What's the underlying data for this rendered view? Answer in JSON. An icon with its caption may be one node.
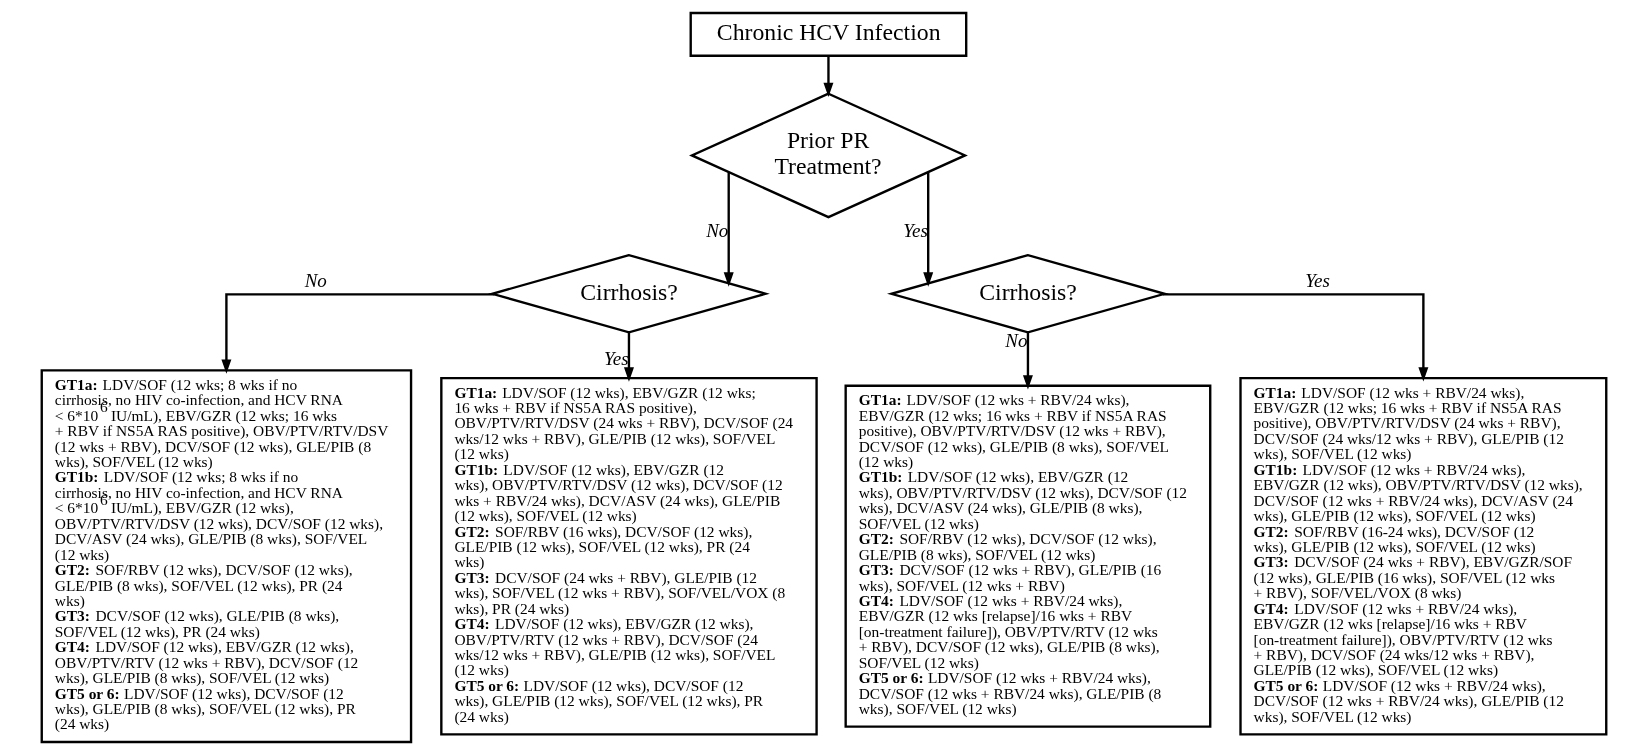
{
  "diagram": {
    "nodes": [
      {
        "text": [
          "Chronic HCV Infection"
        ]
      },
      {
        "text": [
          "Prior PR Treatment?"
        ]
      },
      {
        "text": [
          "Cirrhosis?"
        ]
      },
      {
        "text": [
          "Cirrhosis?"
        ]
      },
      {
        "text": [
          "**GT1a:** LDV/SOF (12 wks; 8 wks if no cirrhosis, no HIV co-infection, and HCV RNA < 6*10$^{6}$ IU/mL), EBV/GZR (12 wks; 16 wks + RBV if NS5A RAS positive), OBV/PTV/RTV/DSV (12 wks + RBV), DCV/SOF (12 wks), GLE/PIB (8 wks), SOF/VEL (12 wks)",
          "**GT1b:** LDV/SOF (12 wks; 8 wks if no cirrhosis, no HIV co-infection, and HCV RNA < 6*10$^{6}$ IU/mL), EBV/GZR (12 wks), OBV/PTV/RTV/DSV (12 wks), DCV/SOF (12 wks), DCV/ASV (24 wks), GLE/PIB (8 wks), SOF/VEL (12 wks)",
          "**GT2:** SOF/RBV (12 wks), DCV/SOF (12 wks), GLE/PIB (8 wks), SOF/VEL (12 wks), PR (24 wks)",
          "**GT3:** DCV/SOF (12 wks), GLE/PIB (8 wks), SOF/VEL (12 wks), PR (24 wks)",
          "**GT4:** LDV/SOF (12 wks), EBV/GZR (12 wks), OBV/PTV/RTV (12 wks + RBV), DCV/SOF (12 wks), GLE/PIB (8 wks), SOF/VEL (12 wks)",
          "**GT5 or 6:** LDV/SOF (12 wks), DCV/SOF (12 wks), GLE/PIB (8 wks), SOF/VEL (12 wks), PR (24 wks)"
        ]
      },
      {
        "text": [
          "**GT1a:** LDV/SOF (12 wks), EBV/GZR (12 wks; 16 wks + RBV if NS5A RAS positive), OBV/PTV/RTV/DSV (24 wks + RBV), DCV/SOF (24 wks/12 wks + RBV), GLE/PIB (12 wks), SOF/VEL (12 wks)",
          "**GT1b:** LDV/SOF (12 wks), EBV/GZR (12 wks), OBV/PTV/RTV/DSV (12 wks), DCV/SOF (12 wks + RBV/24 wks), DCV/ASV (24 wks), GLE/PIB (12 wks), SOF/VEL (12 wks)",
          "**GT2:** SOF/RBV (16 wks), DCV/SOF (12 wks), GLE/PIB (12 wks), SOF/VEL (12 wks), PR (24 wks)",
          "**GT3:** DCV/SOF (24 wks + RBV), GLE/PIB (12 wks), SOF/VEL (12 wks + RBV), SOF/VEL/VOX (8 wks), PR (24 wks)",
          "**GT4:** LDV/SOF (12 wks), EBV/GZR (12 wks), OBV/PTV/RTV (12 wks + RBV), DCV/SOF (24 wks/12 wks + RBV), GLE/PIB (12 wks), SOF/VEL (12 wks)",
          "**GT5 or 6:** LDV/SOF (12 wks), DCV/SOF (12 wks), GLE/PIB (12 wks), SOF/VEL (12 wks), PR (24 wks)"
        ]
      },
      {
        "text": [
          "**GT1a:** LDV/SOF (12 wks + RBV/24 wks), EBV/GZR (12 wks; 16 wks + RBV if NS5A RAS positive), OBV/PTV/RTV/DSV (12 wks + RBV), DCV/SOF (12 wks), GLE/PIB (8 wks), SOF/VEL (12 wks)",
          "**GT1b:** LDV/SOF (12 wks), EBV/GZR (12 wks), OBV/PTV/RTV/DSV (12 wks), DCV/SOF (12 wks), DCV/ASV (24 wks), GLE/PIB (8 wks), SOF/VEL (12 wks)",
          "**GT2:** SOF/RBV (12 wks), DCV/SOF (12 wks), GLE/PIB (8 wks), SOF/VEL (12 wks)",
          "**GT3:** DCV/SOF (12 wks + RBV), GLE/PIB (16 wks), SOF/VEL (12 wks + RBV)",
          "**GT4:** LDV/SOF (12 wks + RBV/24 wks), EBV/GZR (12 wks [relapse]/16 wks + RBV [on-treatment failure]), OBV/PTV/RTV (12 wks + RBV), DCV/SOF (12 wks), GLE/PIB (8 wks), SOF/VEL (12 wks)",
          "**GT5 or 6:** LDV/SOF (12 wks + RBV/24 wks), DCV/SOF (12 wks + RBV/24 wks), GLE/PIB (8 wks), SOF/VEL (12 wks)"
        ]
      },
      {
        "text": [
          "**GT1a:** LDV/SOF (12 wks + RBV/24 wks), EBV/GZR (12 wks; 16 wks + RBV if NS5A RAS positive), OBV/PTV/RTV/DSV (24 wks + RBV), DCV/SOF (24 wks/12 wks + RBV), GLE/PIB (12 wks), SOF/VEL (12 wks)",
          "**GT1b:** LDV/SOF (12 wks + RBV/24 wks), EBV/GZR (12 wks), OBV/PTV/RTV/DSV (12 wks), DCV/SOF (12 wks + RBV/24 wks), DCV/ASV (24 wks), GLE/PIB (12 wks), SOF/VEL (12 wks)",
          "**GT2:** SOF/RBV (16-24 wks), DCV/SOF (12 wks), GLE/PIB (12 wks), SOF/VEL (12 wks)",
          "**GT3:** DCV/SOF (24 wks + RBV), EBV/GZR/SOF (12 wks), GLE/PIB (16 wks), SOF/VEL (12 wks + RBV), SOF/VEL/VOX (8 wks)",
          "**GT4:** LDV/SOF (12 wks + RBV/24 wks), EBV/GZR (12 wks [relapse]/16 wks + RBV [on-treatment failure]), OBV/PTV/RTV (12 wks + RBV), DCV/SOF (24 wks/12 wks + RBV), GLE/PIB (12 wks), SOF/VEL (12 wks)",
          "**GT5 or 6:** LDV/SOF (12 wks + RBV/24 wks), DCV/SOF (12 wks + RBV/24 wks), GLE/PIB (12 wks), SOF/VEL (12 wks)"
        ]
      }
    ],
    "edges": [
      {
        "from": 0,
        "to": 1,
        "arrow": "to"
      },
      {
        "from": 1,
        "to": 2,
        "arrow": "to",
        "label": "No"
      },
      {
        "from": 1,
        "to": 3,
        "arrow": "to",
        "label": "Yes"
      },
      {
        "from": 2,
        "to": 4,
        "arrow": "to",
        "label": "No"
      },
      {
        "from": 2,
        "to": 5,
        "arrow": "to",
        "label": "Yes"
      },
      {
        "from": 3,
        "to": 6,
        "arrow": "to",
        "label": "No"
      },
      {
        "from": 3,
        "to": 7,
        "arrow": "to",
        "label": "Yes"
      }
    ]
  }
}
